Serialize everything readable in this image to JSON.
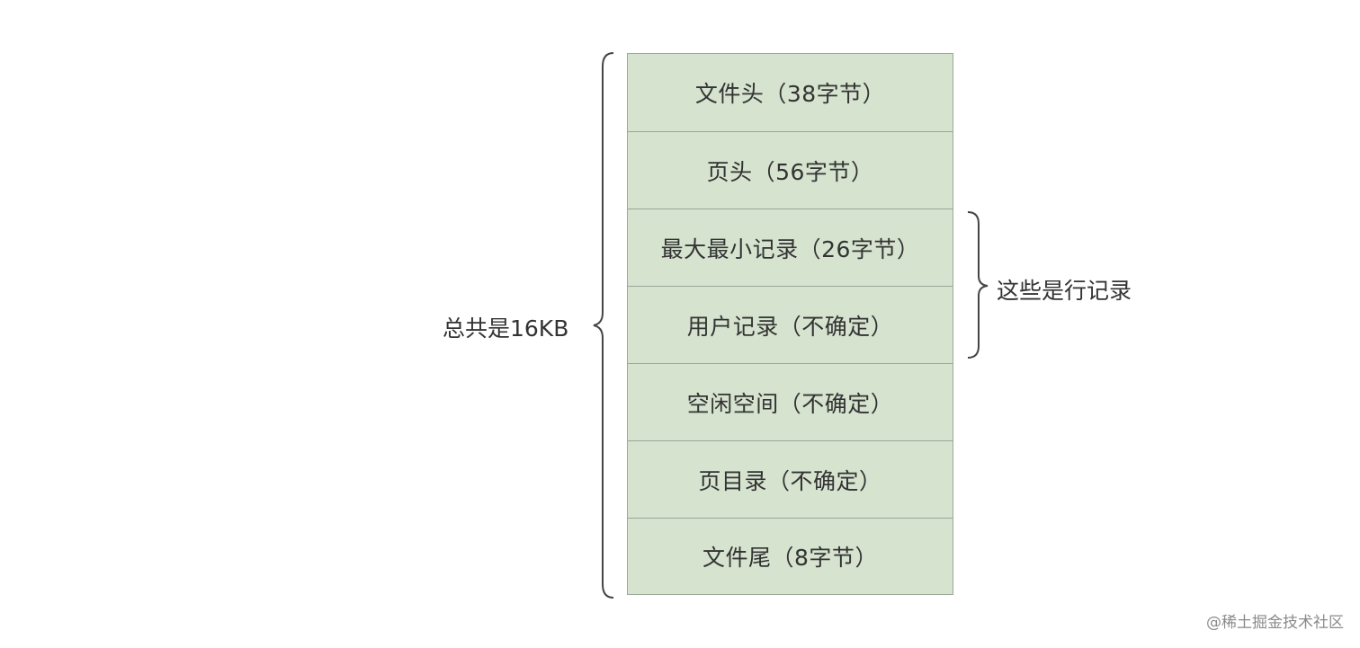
{
  "page_structure": {
    "segments": [
      {
        "label": "文件头（38字节）"
      },
      {
        "label": "页头（56字节）"
      },
      {
        "label": "最大最小记录（26字节）"
      },
      {
        "label": "用户记录（不确定）"
      },
      {
        "label": "空闲空间（不确定）"
      },
      {
        "label": "页目录（不确定）"
      },
      {
        "label": "文件尾（8字节）"
      }
    ]
  },
  "annotations": {
    "total_label": "总共是16KB",
    "records_label": "这些是行记录"
  },
  "watermark": "@稀土掘金技术社区",
  "colors": {
    "segment_fill": "#d5e3cf",
    "segment_border": "#9aa79a",
    "text": "#333333",
    "brace": "#444444"
  }
}
